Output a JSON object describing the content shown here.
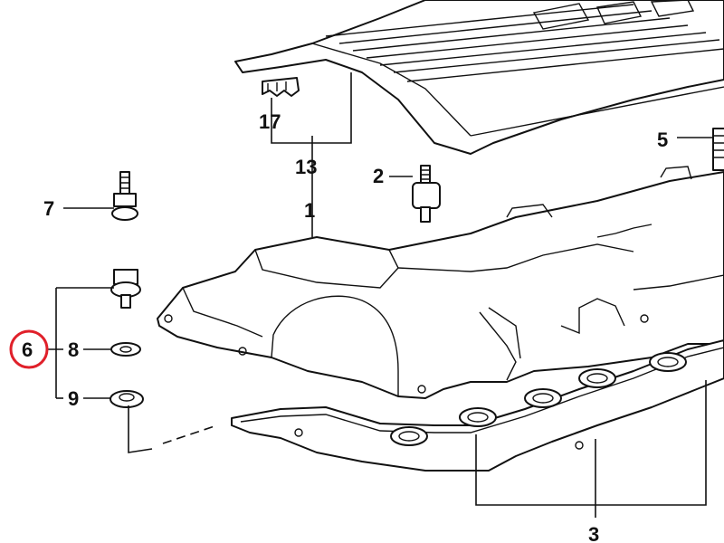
{
  "callouts": {
    "c1": "1",
    "c2": "2",
    "c3": "3",
    "c5": "5",
    "c6": "6",
    "c7": "7",
    "c8": "8",
    "c9": "9",
    "c13": "13",
    "c17": "17"
  },
  "highlight": {
    "callout": "6",
    "color": "#e0202a"
  },
  "colors": {
    "line": "#111111",
    "background": "#ffffff"
  }
}
